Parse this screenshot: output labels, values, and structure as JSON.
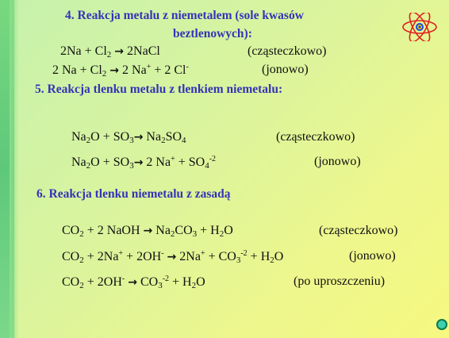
{
  "section4": {
    "title_line1": "4.   Reakcja metalu z niemetalem (sole kwasów",
    "title_line2": "beztlenowych):",
    "mol_note": "(cząsteczkowo)",
    "ion_note": "(jonowo)"
  },
  "section5": {
    "title": "5.   Reakcja tlenku metalu z tlenkiem niemetalu:",
    "mol_note": "(cząsteczkowo)",
    "ion_note": "(jonowo)"
  },
  "section6": {
    "title": "6.   Reakcja tlenku niemetalu z zasadą",
    "mol_note": "(cząsteczkowo)",
    "ion_note": "(jonowo)",
    "simplified_note": "(po uproszczeniu)"
  },
  "symbols": {
    "arrow": "→",
    "atom_icon": "atom-icon",
    "nav_icon": "circle-nav-icon"
  },
  "colors": {
    "heading": "#3434b6",
    "stripe": "#5ec87a",
    "atom_orbit": "#e02020",
    "atom_nucleus": "#1a4adf"
  }
}
